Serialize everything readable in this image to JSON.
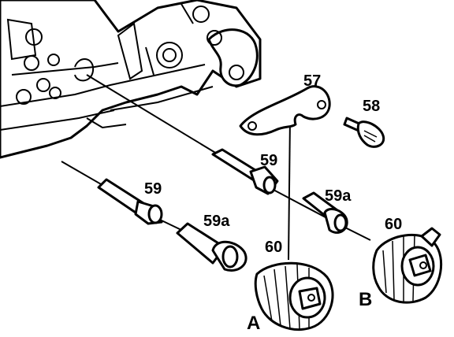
{
  "callouts": {
    "p57": "57",
    "p58": "58",
    "p59_upper": "59",
    "p59_lower": "59",
    "p59a_upper": "59a",
    "p59a_lower": "59a",
    "p60_left": "60",
    "p60_right": "60",
    "assy_a": "A",
    "assy_b": "B"
  }
}
